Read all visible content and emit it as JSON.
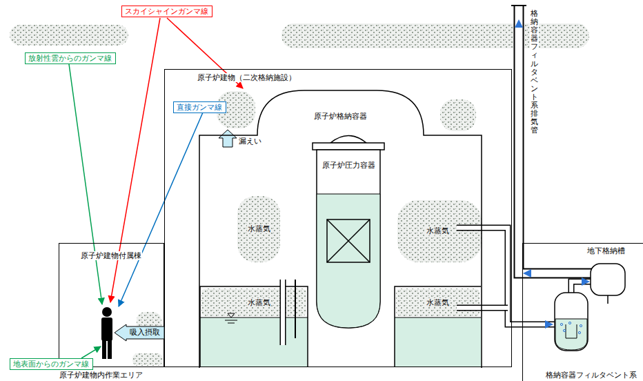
{
  "diagram": {
    "nodes": [
      {
        "text": [
          "スカイシャインガンマ線"
        ]
      },
      {
        "text": [
          "放射性雲からのガンマ線"
        ]
      },
      {
        "text": [
          "原子炉建物（二次格納施設）"
        ]
      },
      {
        "text": [
          "直接ガンマ線"
        ],
        "in": 2
      },
      {
        "text": [
          "原子炉格納容器"
        ],
        "in": 2
      },
      {
        "text": [
          "原子炉圧力容器"
        ],
        "in": 4
      },
      {
        "text": [
          "原子炉建物付属棟",
          "原子炉建物内作業エリア"
        ]
      },
      {
        "text": [
          "吸入摂取"
        ],
        "in": 6
      },
      {
        "text": [
          "地表面からのガンマ線"
        ]
      },
      {
        "text": [
          "地下格納槽"
        ]
      }
    ],
    "labels": [
      "漏えい",
      "水蒸気",
      "水蒸気",
      "水蒸気",
      "水蒸気",
      "格納容器フィルタベント系排気管",
      "格納容器フィルタベント系"
    ]
  }
}
